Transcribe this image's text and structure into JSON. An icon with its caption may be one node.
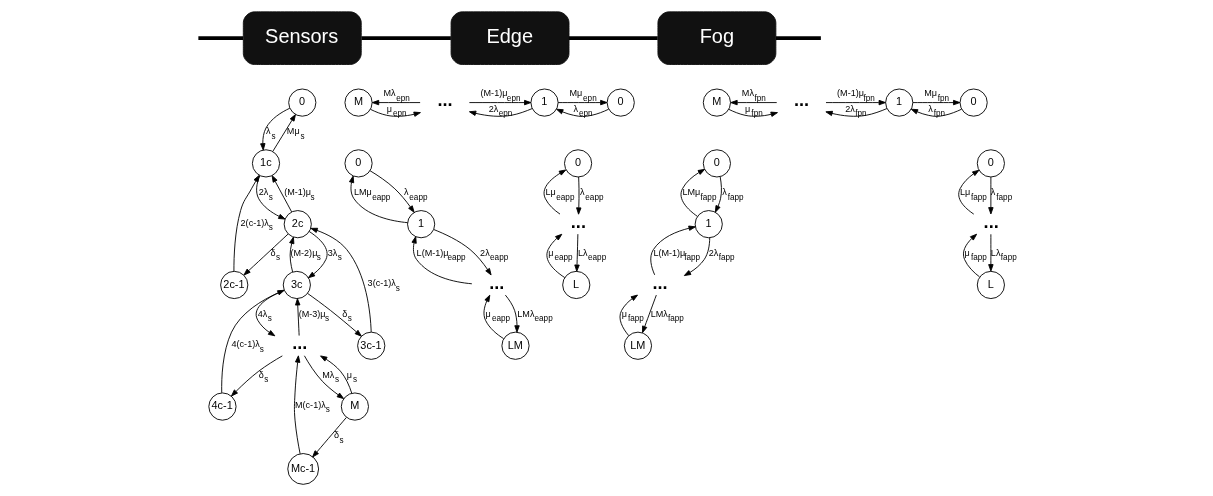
{
  "diagram": {
    "nodes": [
      {
        "text": [
          "Sensors"
        ]
      },
      {
        "text": [
          "Edge"
        ]
      },
      {
        "text": [
          "Fog"
        ]
      },
      {
        "text": [
          "0"
        ]
      },
      {
        "text": [
          "1c"
        ]
      },
      {
        "text": [
          "2c-1"
        ]
      },
      {
        "text": [
          "2c"
        ]
      },
      {
        "text": [
          "3c-1"
        ]
      },
      {
        "text": [
          "3c"
        ]
      },
      {
        "text": [
          "4c-1"
        ]
      },
      {
        "text": [
          "..."
        ]
      },
      {
        "text": [
          "Mc-1"
        ]
      },
      {
        "text": [
          "M"
        ]
      },
      {
        "text": [
          "M"
        ]
      },
      {
        "text": [
          "..."
        ]
      },
      {
        "text": [
          "1"
        ]
      },
      {
        "text": [
          "0"
        ]
      },
      {
        "text": [
          "0"
        ]
      },
      {
        "text": [
          "1"
        ]
      },
      {
        "text": [
          "..."
        ]
      },
      {
        "text": [
          "LM"
        ]
      },
      {
        "text": [
          "0"
        ]
      },
      {
        "text": [
          "..."
        ]
      },
      {
        "text": [
          "L"
        ]
      },
      {
        "text": [
          "M"
        ]
      },
      {
        "text": [
          "..."
        ]
      },
      {
        "text": [
          "1"
        ]
      },
      {
        "text": [
          "0"
        ]
      },
      {
        "text": [
          "0"
        ]
      },
      {
        "text": [
          "1"
        ]
      },
      {
        "text": [
          "..."
        ]
      },
      {
        "text": [
          "LM"
        ]
      },
      {
        "text": [
          "0"
        ]
      },
      {
        "text": [
          "..."
        ]
      },
      {
        "text": [
          "L"
        ]
      }
    ],
    "edges": [
      {
        "from": null,
        "to": 0,
        "arrow": "none",
        "style": "thick"
      },
      {
        "from": 0,
        "to": 1,
        "arrow": "none",
        "style": "thick"
      },
      {
        "from": 1,
        "to": 2,
        "arrow": "none",
        "style": "thick"
      },
      {
        "from": 2,
        "to": null,
        "arrow": "none",
        "style": "thick"
      },
      {
        "from": 3,
        "to": 4,
        "arrow": "to",
        "label": "λ$_{s}$"
      },
      {
        "from": 4,
        "to": 3,
        "arrow": "to",
        "label": "Mμ$_{s}$"
      },
      {
        "from": 4,
        "to": 6,
        "arrow": "to",
        "label": "2λ$_{s}$"
      },
      {
        "from": 6,
        "to": 4,
        "arrow": "to",
        "label": "(M-1)μ$_{s}$"
      },
      {
        "from": 5,
        "to": 4,
        "arrow": "to",
        "label": "2(c-1)λ$_{s}$"
      },
      {
        "from": 6,
        "to": 5,
        "arrow": "to",
        "label": "δ$_{s}$"
      },
      {
        "from": 6,
        "to": 8,
        "arrow": "to",
        "label": "3λ$_{s}$"
      },
      {
        "from": 8,
        "to": 6,
        "arrow": "to",
        "label": "(M-2)μ$_{s}$"
      },
      {
        "from": 7,
        "to": 6,
        "arrow": "to",
        "label": "3(c-1)λ$_{s}$"
      },
      {
        "from": 8,
        "to": 7,
        "arrow": "to",
        "label": "δ$_{s}$"
      },
      {
        "from": 8,
        "to": 10,
        "arrow": "to",
        "label": "4λ$_{s}$"
      },
      {
        "from": 10,
        "to": 8,
        "arrow": "to",
        "label": "(M-3)μ$_{s}$"
      },
      {
        "from": 9,
        "to": 8,
        "arrow": "to",
        "label": "4(c-1)λ$_{s}$"
      },
      {
        "from": 10,
        "to": 9,
        "arrow": "to",
        "label": "δ$_{s}$"
      },
      {
        "from": 10,
        "to": 12,
        "arrow": "to",
        "label": "Mλ$_{s}$"
      },
      {
        "from": 12,
        "to": 10,
        "arrow": "to",
        "label": "μ$_{s}$"
      },
      {
        "from": 11,
        "to": 10,
        "arrow": "to",
        "label": "M(c-1)λ$_{s}$"
      },
      {
        "from": 12,
        "to": 11,
        "arrow": "to",
        "label": "δ$_{s}$"
      },
      {
        "from": 14,
        "to": 13,
        "arrow": "to",
        "label": "Mλ$_{epn}$"
      },
      {
        "from": 13,
        "to": 14,
        "arrow": "to",
        "label": "μ$_{epn}$"
      },
      {
        "from": 15,
        "to": 14,
        "arrow": "to",
        "label": "2λ$_{epn}$"
      },
      {
        "from": 14,
        "to": 15,
        "arrow": "to",
        "label": "(M-1)μ$_{epn}$"
      },
      {
        "from": 16,
        "to": 15,
        "arrow": "to",
        "label": "λ$_{epn}$"
      },
      {
        "from": 15,
        "to": 16,
        "arrow": "to",
        "label": "Mμ$_{epn}$"
      },
      {
        "from": 17,
        "to": 18,
        "arrow": "to",
        "label": "λ$_{eapp}$"
      },
      {
        "from": 18,
        "to": 17,
        "arrow": "to",
        "label": "LMμ$_{eapp}$"
      },
      {
        "from": 18,
        "to": 19,
        "arrow": "to",
        "label": "2λ$_{eapp}$"
      },
      {
        "from": 19,
        "to": 18,
        "arrow": "to",
        "label": "L(M-1)μ$_{eapp}$"
      },
      {
        "from": 19,
        "to": 20,
        "arrow": "to",
        "label": "LMλ$_{eapp}$"
      },
      {
        "from": 20,
        "to": 19,
        "arrow": "to",
        "label": "μ$_{eapp}$"
      },
      {
        "from": 21,
        "to": 22,
        "arrow": "to",
        "label": "λ$_{eapp}$"
      },
      {
        "from": 22,
        "to": 21,
        "arrow": "to",
        "label": "Lμ$_{eapp}$"
      },
      {
        "from": 22,
        "to": 23,
        "arrow": "to",
        "label": "Lλ$_{eapp}$"
      },
      {
        "from": 23,
        "to": 22,
        "arrow": "to",
        "label": "μ$_{eapp}$"
      },
      {
        "from": 25,
        "to": 24,
        "arrow": "to",
        "label": "Mλ$_{fpn}$"
      },
      {
        "from": 24,
        "to": 25,
        "arrow": "to",
        "label": "μ$_{fpn}$"
      },
      {
        "from": 26,
        "to": 25,
        "arrow": "to",
        "label": "2λ$_{fpn}$"
      },
      {
        "from": 25,
        "to": 26,
        "arrow": "to",
        "label": "(M-1)μ$_{fpn}$"
      },
      {
        "from": 27,
        "to": 26,
        "arrow": "to",
        "label": "λ$_{fpn}$"
      },
      {
        "from": 26,
        "to": 27,
        "arrow": "to",
        "label": "Mμ$_{fpn}$"
      },
      {
        "from": 28,
        "to": 29,
        "arrow": "to",
        "label": "λ$_{fapp}$"
      },
      {
        "from": 29,
        "to": 28,
        "arrow": "to",
        "label": "LMμ$_{fapp}$"
      },
      {
        "from": 29,
        "to": 30,
        "arrow": "to",
        "label": "2λ$_{fapp}$"
      },
      {
        "from": 30,
        "to": 29,
        "arrow": "to",
        "label": "L(M-1)μ$_{fapp}$"
      },
      {
        "from": 30,
        "to": 31,
        "arrow": "to",
        "label": "LMλ$_{fapp}$"
      },
      {
        "from": 31,
        "to": 30,
        "arrow": "to",
        "label": "μ$_{fapp}$"
      },
      {
        "from": 32,
        "to": 33,
        "arrow": "to",
        "label": "λ$_{fapp}$"
      },
      {
        "from": 33,
        "to": 32,
        "arrow": "to",
        "label": "Lμ$_{fapp}$"
      },
      {
        "from": 33,
        "to": 34,
        "arrow": "to",
        "label": "Lλ$_{fapp}$"
      },
      {
        "from": 34,
        "to": 33,
        "arrow": "to",
        "label": "μ$_{fapp}$"
      }
    ]
  }
}
